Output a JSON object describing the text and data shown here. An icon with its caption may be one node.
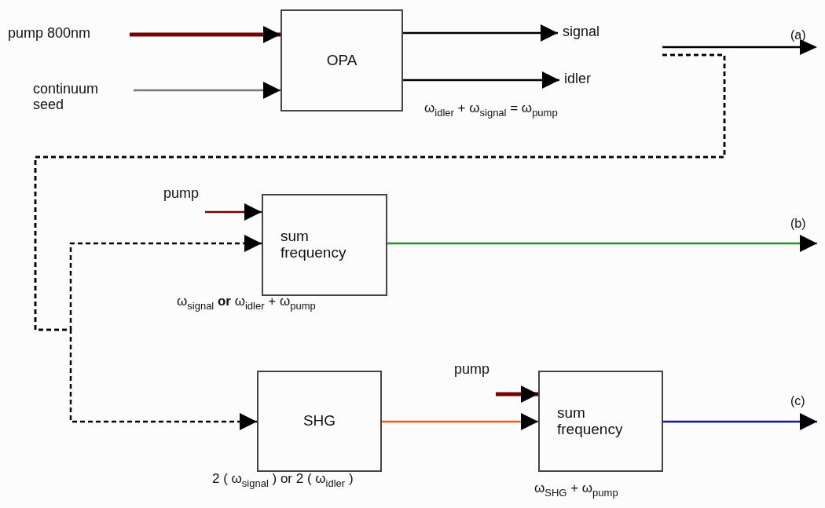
{
  "diagram": {
    "nodes": [
      {
        "text": [
          "pump 800nm"
        ]
      },
      {
        "text": [
          "continuum seed"
        ]
      },
      {
        "text": [
          "OPA"
        ],
        "beside": [
          "ω$_{idler}$ + ω$_{signal}$ = ω$_{pump}$"
        ]
      },
      {
        "text": [
          "signal"
        ]
      },
      {
        "text": [
          "idler"
        ]
      },
      {
        "text": [
          "pump"
        ]
      },
      {
        "text": [
          "sum frequency"
        ],
        "beside": [
          "ω$_{signal}$ **or** ω$_{idler}$ + ω$_{pump}$"
        ]
      },
      {
        "text": [
          "SHG"
        ],
        "beside": [
          "2 ( ω$_{signal}$ ) or  2 ( ω$_{idler}$ )"
        ]
      },
      {
        "text": [
          "pump"
        ]
      },
      {
        "text": [
          "sum frequency"
        ],
        "beside": [
          "ω$_{SHG}$ + ω$_{pump}$"
        ]
      }
    ],
    "edges": [
      {
        "from": 0,
        "to": 2,
        "arrow": "to",
        "style": "thick",
        "color": "#7a0000"
      },
      {
        "from": 1,
        "to": 2,
        "arrow": "to",
        "color": "#777777"
      },
      {
        "from": 2,
        "to": 3,
        "arrow": "to"
      },
      {
        "from": 2,
        "to": 4,
        "arrow": "to"
      },
      {
        "from": null,
        "to": 6,
        "arrow": "to",
        "style": "dashed"
      },
      {
        "from": null,
        "to": 7,
        "arrow": "to",
        "style": "dashed"
      },
      {
        "from": 5,
        "to": 6,
        "arrow": "to",
        "color": "#7a0000"
      },
      {
        "from": 6,
        "to": null,
        "arrow": "to",
        "color": "#1a9a1a"
      },
      {
        "from": 7,
        "to": 9,
        "arrow": "to",
        "color": "#ff5a00"
      },
      {
        "from": 8,
        "to": 9,
        "arrow": "to",
        "style": "thick",
        "color": "#7a0000"
      },
      {
        "from": 9,
        "to": null,
        "arrow": "to",
        "color": "#1010b0"
      }
    ],
    "labels": [
      "(a)",
      "(b)",
      "(c)"
    ]
  }
}
